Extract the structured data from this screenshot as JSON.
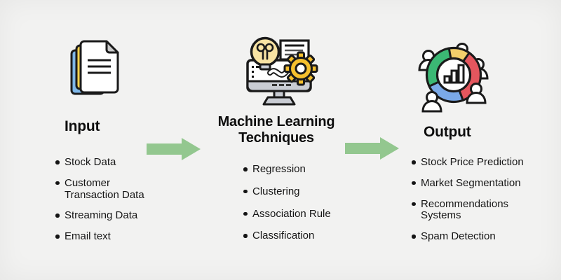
{
  "sections": {
    "input": {
      "title": "Input",
      "items": [
        "Stock Data",
        "Customer Transaction Data",
        "Streaming Data",
        "Email text"
      ]
    },
    "ml": {
      "title": "Machine Learning Techniques",
      "items": [
        "Regression",
        "Clustering",
        "Association Rule",
        "Classification"
      ]
    },
    "output": {
      "title": "Output",
      "items": [
        "Stock Price Prediction",
        "Market Segmentation",
        "Recommendations Systems",
        "Spam Detection"
      ]
    }
  },
  "colors": {
    "arrow_green": "#93c78f",
    "doc_blue": "#7eb7e8",
    "doc_yellow": "#fbd34d",
    "doc_fold_gray": "#c9c9c9",
    "bulb_yellow": "#f8e3a3",
    "gear_gold": "#f5c02e",
    "monitor_gray": "#c9ccd3",
    "donut_green": "#3bb874",
    "donut_yellow": "#f2cf6b",
    "donut_red": "#e4565e",
    "donut_blue": "#7aa9e8",
    "ink": "#141414"
  }
}
